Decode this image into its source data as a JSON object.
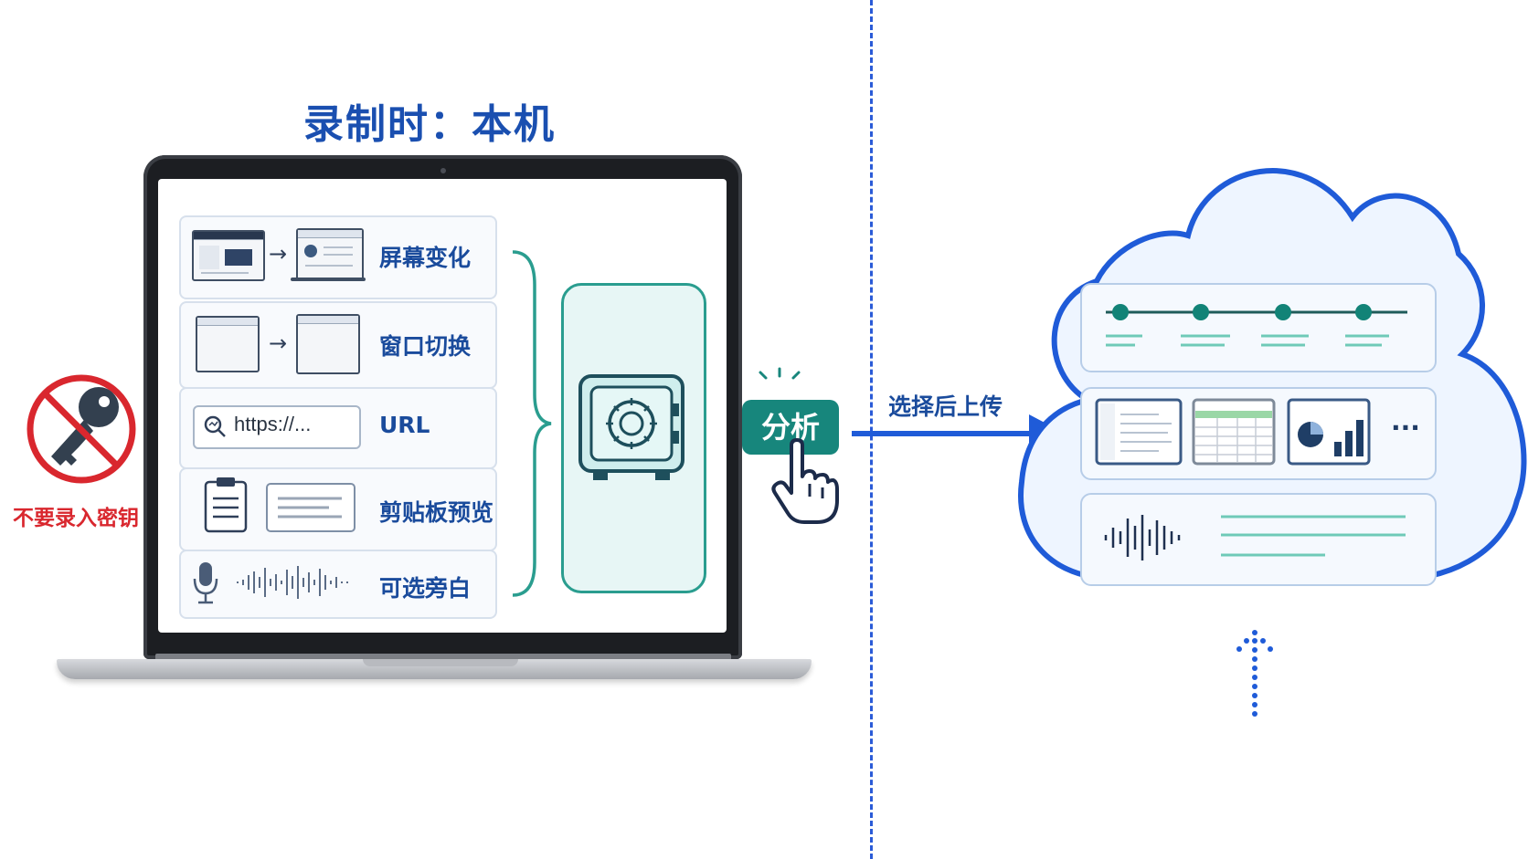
{
  "title": "录制时：本机",
  "features": [
    {
      "id": "screen",
      "label": "屏幕变化"
    },
    {
      "id": "window",
      "label": "窗口切换"
    },
    {
      "id": "url",
      "label": "URL"
    },
    {
      "id": "clipboard",
      "label": "剪贴板预览"
    },
    {
      "id": "narration",
      "label": "可选旁白"
    }
  ],
  "url_box": {
    "text": "https://..."
  },
  "analyze_button": {
    "label": "分析"
  },
  "upload_label": "选择后上传",
  "warning": {
    "label": "不要录入密钥"
  },
  "cloud": {
    "more_glyph": "···"
  },
  "colors": {
    "title_blue": "#1a4fb0",
    "teal": "#17867c",
    "arrow_blue": "#1f5bd8",
    "warning_red": "#d9272e"
  }
}
